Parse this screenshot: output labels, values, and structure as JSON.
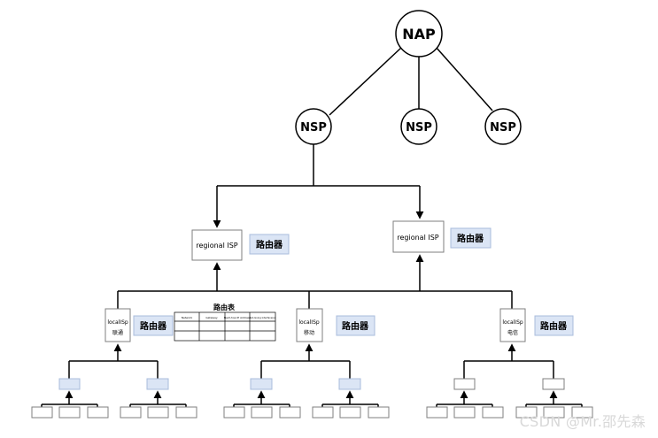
{
  "nodes": {
    "nap": "NAP",
    "nsp_left": "NSP",
    "nsp_mid": "NSP",
    "nsp_right": "NSP",
    "regional_left": "regional ISP",
    "regional_right": "regional ISP",
    "local_left_name": "localISp",
    "local_left_sub": "联通",
    "local_mid_name": "localISp",
    "local_mid_sub": "移动",
    "local_right_name": "localISp",
    "local_right_sub": "电信"
  },
  "router_tags": {
    "regional_left": "路由器",
    "regional_right": "路由器",
    "local_left": "路由器",
    "local_mid": "路由器",
    "local_right": "路由器"
  },
  "routing_table": {
    "title": "路由表",
    "headers": [
      "Network",
      "Gateway",
      "Next-hop IP Address",
      "Out-Going Interface(s)"
    ]
  },
  "watermark": "CSDN @Mr.邵先森",
  "colors": {
    "router_fill": "#dbe5f5",
    "router_stroke": "#a9bcdc",
    "line": "#000000",
    "box_stroke": "#7f7f7f"
  }
}
